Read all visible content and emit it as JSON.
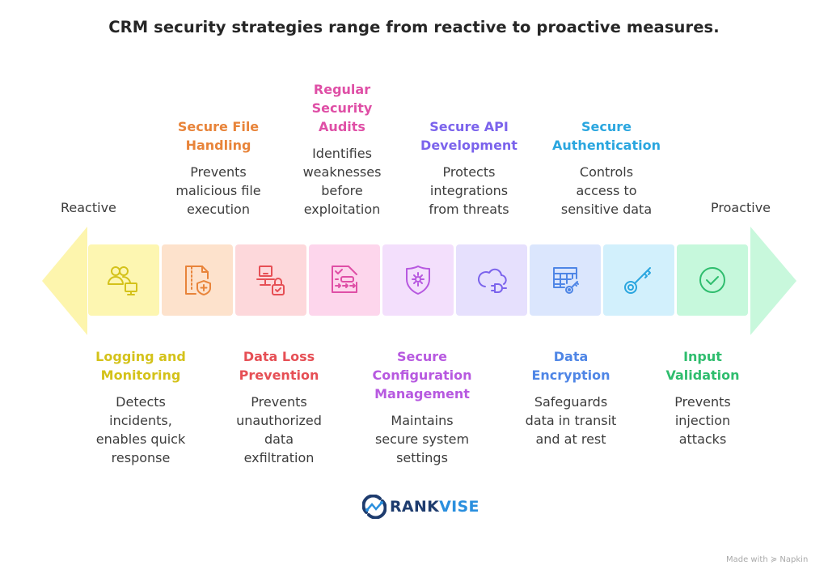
{
  "title": "CRM security strategies range from reactive to proactive measures.",
  "scale": {
    "left_label": "Reactive",
    "right_label": "Proactive"
  },
  "colors": {
    "left_arrow": "#fdf5ad",
    "right_arrow": "#c8f8dc",
    "description_text": "#3c3c3c"
  },
  "steps": [
    {
      "position": "bottom",
      "title_lines": [
        "Logging and",
        "Monitoring"
      ],
      "desc_lines": [
        "Detects",
        "incidents,",
        "enables quick",
        "response"
      ],
      "icon": "users-monitor-icon",
      "color": "#d4c21a",
      "bg": "#fdf6b1"
    },
    {
      "position": "top",
      "title_lines": [
        "Secure File",
        "Handling"
      ],
      "desc_lines": [
        "Prevents",
        "malicious file",
        "execution"
      ],
      "icon": "file-shield-icon",
      "color": "#e8843a",
      "bg": "#fde2cc"
    },
    {
      "position": "bottom",
      "title_lines": [
        "Data Loss",
        "Prevention"
      ],
      "desc_lines": [
        "Prevents",
        "unauthorized",
        "data",
        "exfiltration"
      ],
      "icon": "computer-lock-icon",
      "color": "#e64f55",
      "bg": "#fdd8db"
    },
    {
      "position": "top",
      "title_lines": [
        "Regular",
        "Security",
        "Audits"
      ],
      "desc_lines": [
        "Identifies",
        "weaknesses",
        "before",
        "exploitation"
      ],
      "icon": "checklist-document-icon",
      "color": "#df4fa6",
      "bg": "#fdd6ec"
    },
    {
      "position": "bottom",
      "title_lines": [
        "Secure",
        "Configuration",
        "Management"
      ],
      "desc_lines": [
        "Maintains",
        "secure system",
        "settings"
      ],
      "icon": "shield-gear-icon",
      "color": "#b759e0",
      "bg": "#f3dffc"
    },
    {
      "position": "top",
      "title_lines": [
        "Secure API",
        "Development"
      ],
      "desc_lines": [
        "Protects",
        "integrations",
        "from threats"
      ],
      "icon": "cloud-plug-icon",
      "color": "#7b63ec",
      "bg": "#e6e0fd"
    },
    {
      "position": "bottom",
      "title_lines": [
        "Data",
        "Encryption"
      ],
      "desc_lines": [
        "Safeguards",
        "data in transit",
        "and at rest"
      ],
      "icon": "table-key-icon",
      "color": "#4f86e6",
      "bg": "#dbe6fd"
    },
    {
      "position": "top",
      "title_lines": [
        "Secure",
        "Authentication"
      ],
      "desc_lines": [
        "Controls",
        "access to",
        "sensitive data"
      ],
      "icon": "key-icon",
      "color": "#2aa6df",
      "bg": "#d2f0fc"
    },
    {
      "position": "bottom",
      "title_lines": [
        "Input",
        "Validation"
      ],
      "desc_lines": [
        "Prevents",
        "injection",
        "attacks"
      ],
      "icon": "check-circle-icon",
      "color": "#2fbd6e",
      "bg": "#c6f8dc"
    }
  ],
  "logo": {
    "part1": "RANK",
    "part2": "VISE",
    "color1": "#1e3c6e",
    "color2": "#2a8fde"
  },
  "footer": {
    "made_with": "Made with",
    "brand": "Napkin"
  }
}
